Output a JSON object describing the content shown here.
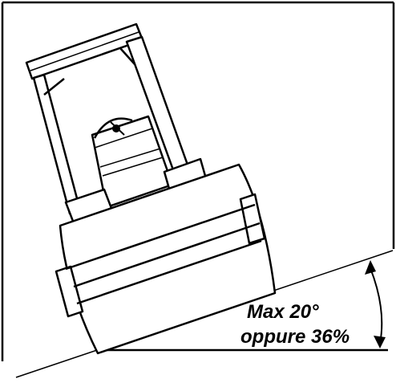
{
  "figure": {
    "slope_label_line1": "Max 20°",
    "slope_label_line2": "oppure 36%",
    "colors": {
      "ink": "#000000",
      "paper": "#ffffff"
    },
    "icons": [
      "roller-compactor-illustration",
      "angle-arrow-icon"
    ]
  }
}
